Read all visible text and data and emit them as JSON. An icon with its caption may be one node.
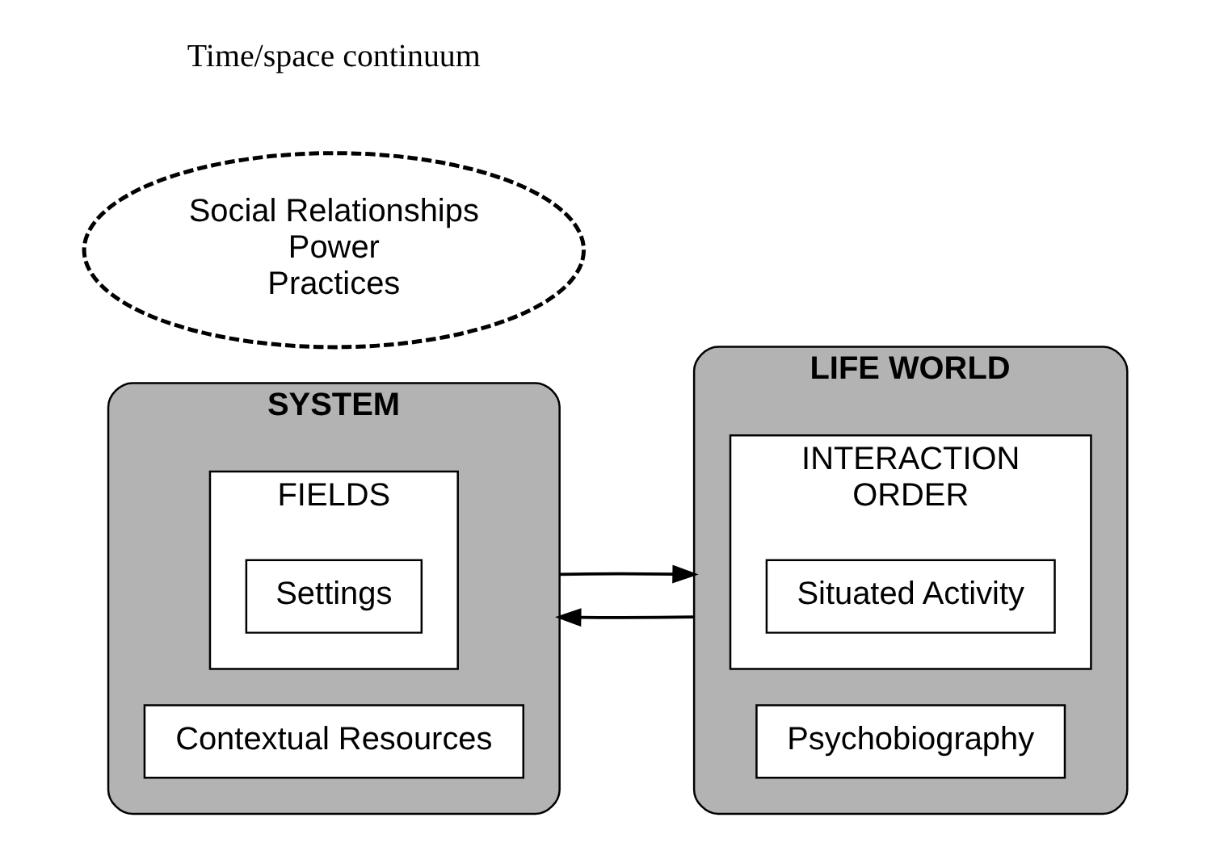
{
  "diagram": {
    "nodes": [
      {
        "text": [
          "SYSTEM"
        ]
      },
      {
        "text": [
          "FIELDS"
        ],
        "in": 0
      },
      {
        "text": [
          "Settings"
        ],
        "in": 1
      },
      {
        "text": [
          "Contextual Resources"
        ],
        "in": 0
      },
      {
        "text": [
          "LIFE WORLD"
        ]
      },
      {
        "text": [
          "INTERACTION",
          "ORDER"
        ],
        "in": 4
      },
      {
        "text": [
          "Situated Activity"
        ],
        "in": 5
      },
      {
        "text": [
          "Psychobiography"
        ],
        "in": 4
      },
      {
        "text": [
          "Social Relationships",
          "Power",
          "Practices"
        ]
      }
    ],
    "edges": [
      {
        "from": 0,
        "to": 4,
        "arrow": "to"
      },
      {
        "from": 4,
        "to": 0,
        "arrow": "to"
      }
    ],
    "labels": [
      "Time/space continuum"
    ]
  }
}
